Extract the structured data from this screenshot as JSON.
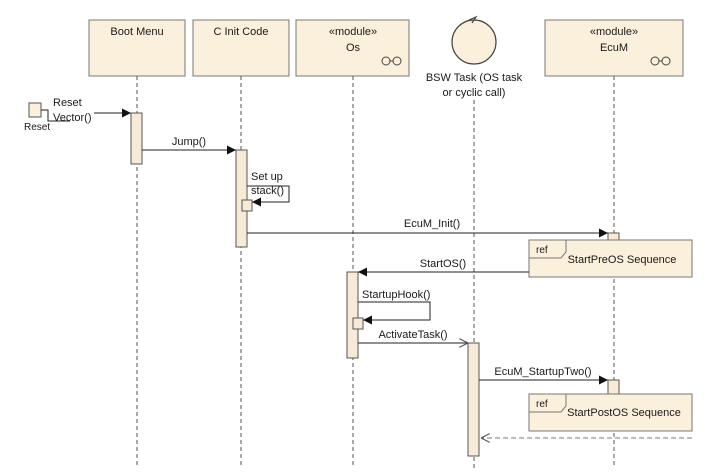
{
  "lifelines": {
    "boot_menu": {
      "name": "Boot Menu"
    },
    "c_init": {
      "name": "C Init Code"
    },
    "os": {
      "stereotype": "«module»",
      "name": "Os"
    },
    "bsw_task": {
      "name_line1": "BSW Task (OS task",
      "name_line2": "or cyclic call)"
    },
    "ecum": {
      "stereotype": "«module»",
      "name": "EcuM"
    }
  },
  "initial": {
    "state_label": "Reset",
    "message_line1": "Reset",
    "message_line2": "Vector()"
  },
  "messages": {
    "jump": "Jump()",
    "setup_stack_line1": "Set up",
    "setup_stack_line2": "stack()",
    "ecum_init": "EcuM_Init()",
    "startos": "StartOS()",
    "startuphook": "StartupHook()",
    "activatetask": "ActivateTask()",
    "ecum_startuptwo": "EcuM_StartupTwo()"
  },
  "refs": {
    "preos": {
      "tag": "ref",
      "label": "StartPreOS Sequence"
    },
    "postos": {
      "tag": "ref",
      "label": "StartPostOS Sequence"
    }
  },
  "colors": {
    "box_fill": "#fbf0dc",
    "line": "#555555"
  }
}
